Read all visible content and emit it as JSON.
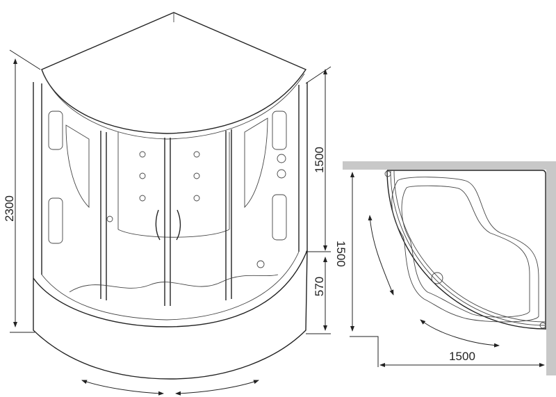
{
  "dimensions": {
    "cabin_height": "2300",
    "cabin_width_side": "1500",
    "tray_height": "570",
    "plan_depth": "1500",
    "plan_width": "1500"
  },
  "colors": {
    "line": "#222222",
    "wall": "#c8c8c8",
    "background": "#ffffff"
  }
}
